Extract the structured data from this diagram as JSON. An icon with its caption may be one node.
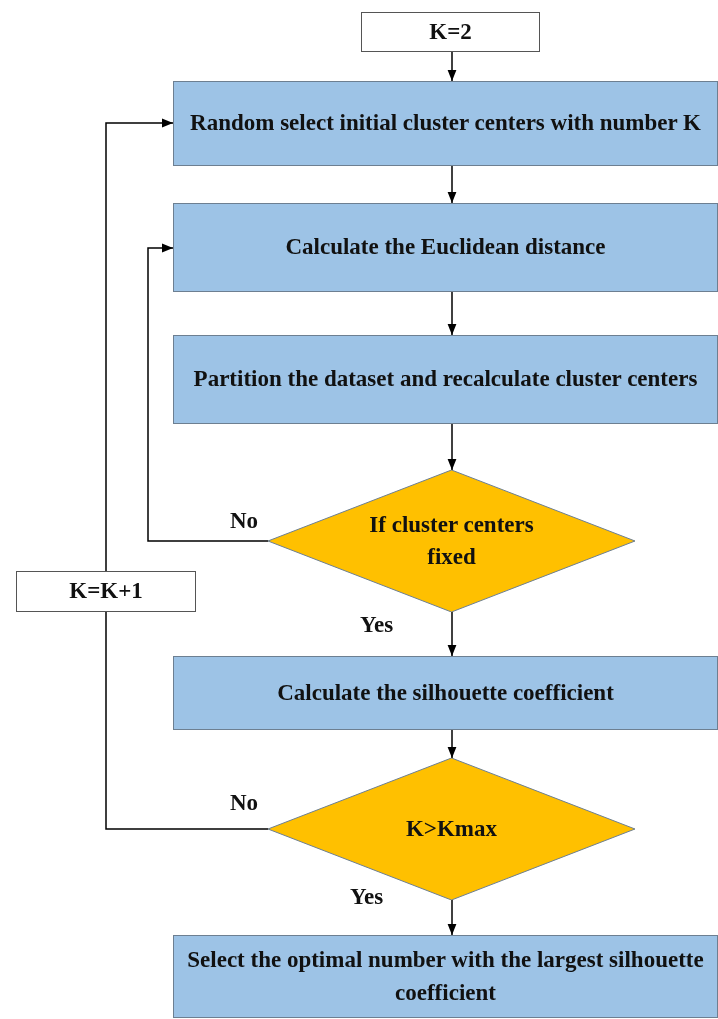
{
  "diagram": {
    "nodes": [
      {
        "text": [
          "K=2"
        ]
      },
      {
        "text": [
          "Random select initial cluster centers with number K"
        ]
      },
      {
        "text": [
          "Calculate the Euclidean distance"
        ]
      },
      {
        "text": [
          "Partition the dataset and recalculate  cluster centers"
        ]
      },
      {
        "text": [
          "If cluster centers fixed"
        ]
      },
      {
        "text": [
          "Calculate the silhouette coefficient"
        ]
      },
      {
        "text": [
          "K>Kmax"
        ]
      },
      {
        "text": [
          "Select the optimal number with the largest silhouette coefficient"
        ]
      },
      {
        "text": [
          "K=K+1"
        ]
      }
    ],
    "edges": [
      {
        "from": 0,
        "to": 1,
        "arrow": "to"
      },
      {
        "from": 1,
        "to": 2,
        "arrow": "to"
      },
      {
        "from": 2,
        "to": 3,
        "arrow": "to"
      },
      {
        "from": 3,
        "to": 4,
        "arrow": "to"
      },
      {
        "from": 4,
        "to": 2,
        "arrow": "to",
        "label": "No"
      },
      {
        "from": 4,
        "to": 5,
        "arrow": "to",
        "label": "Yes"
      },
      {
        "from": 5,
        "to": 6,
        "arrow": "to"
      },
      {
        "from": 6,
        "to": 8,
        "arrow": "none",
        "label": "No"
      },
      {
        "from": 8,
        "to": 1,
        "arrow": "to"
      },
      {
        "from": 6,
        "to": 7,
        "arrow": "to",
        "label": "Yes"
      }
    ]
  }
}
